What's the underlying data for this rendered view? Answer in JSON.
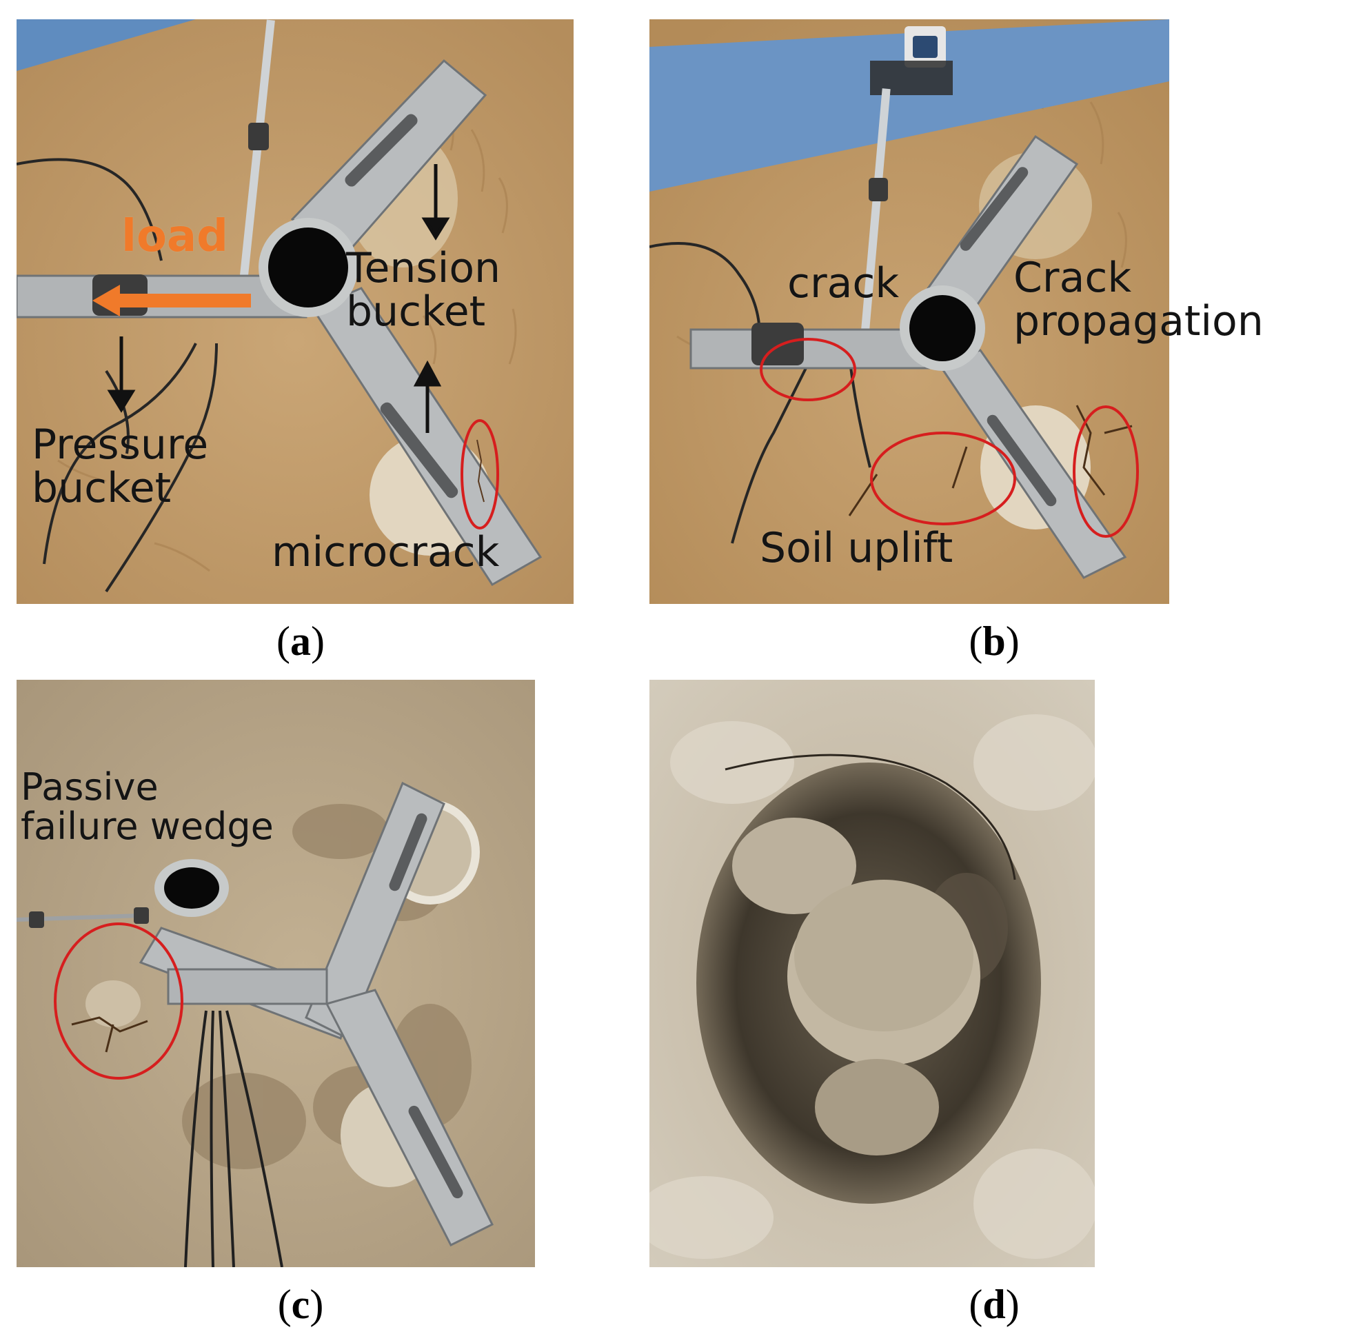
{
  "figure": {
    "panels": [
      {
        "id": "a",
        "caption_letter": "a",
        "labels": {
          "load": "load",
          "tension": "Tension\nbucket",
          "pressure": "Pressure\nbucket",
          "microcrack": "microcrack"
        }
      },
      {
        "id": "b",
        "caption_letter": "b",
        "labels": {
          "crack": "crack",
          "crack_propagation": "Crack\npropagation",
          "soil_uplift": "Soil uplift"
        }
      },
      {
        "id": "c",
        "caption_letter": "c",
        "labels": {
          "passive_wedge": "Passive\nfailure wedge"
        }
      },
      {
        "id": "d",
        "caption_letter": "d",
        "labels": {}
      }
    ]
  },
  "colors": {
    "sand": "#c59e6c",
    "sand_pale": "#c4b59c",
    "annotation_circle": "#d61e1e",
    "load_arrow": "#f07a2a",
    "steel": "#b8bcbf",
    "blue_beam": "#5f8cbf"
  }
}
